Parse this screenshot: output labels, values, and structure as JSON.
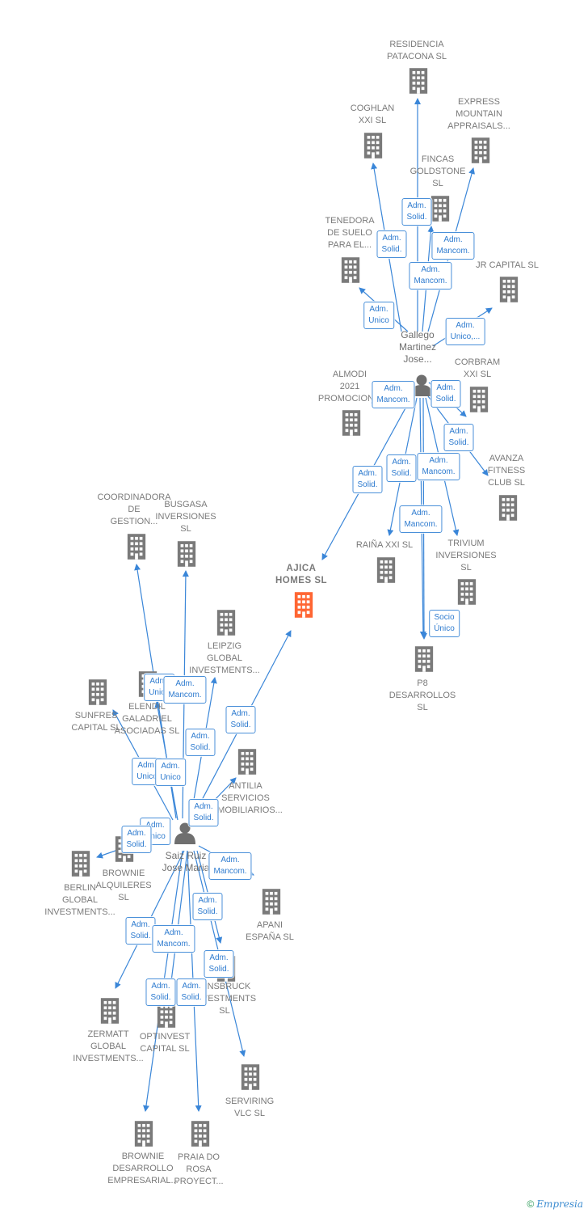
{
  "main": {
    "label": [
      "AJICA",
      "HOMES  SL"
    ],
    "color": "#ff6633"
  },
  "persons": [
    {
      "id": "p1",
      "label": [
        "Gallego",
        "Martinez",
        "Jose..."
      ],
      "x": 0,
      "y": 0
    },
    {
      "id": "p2",
      "label": [
        "Saiz Ruiz",
        "Jose Maria"
      ]
    }
  ],
  "companies": [
    {
      "id": "c01",
      "label": [
        "RESIDENCIA",
        "PATACONA SL"
      ]
    },
    {
      "id": "c02",
      "label": [
        "COGHLAN",
        "XXI SL"
      ]
    },
    {
      "id": "c03",
      "label": [
        "EXPRESS",
        "MOUNTAIN",
        "APPRAISALS..."
      ]
    },
    {
      "id": "c04",
      "label": [
        "FINCAS",
        "GOLDSTONE",
        "SL"
      ]
    },
    {
      "id": "c05",
      "label": [
        "TENEDORA",
        "DE SUELO",
        "PARA EL..."
      ]
    },
    {
      "id": "c06",
      "label": [
        "JR CAPITAL SL"
      ]
    },
    {
      "id": "c07",
      "label": [
        "CORBRAM",
        "XXI SL"
      ]
    },
    {
      "id": "c08",
      "label": [
        "ALMODI",
        "2021",
        "PROMOCION..."
      ]
    },
    {
      "id": "c09",
      "label": [
        "AVANZA",
        "FITNESS",
        "CLUB SL"
      ]
    },
    {
      "id": "c10",
      "label": [
        "RAIÑA XXI SL"
      ]
    },
    {
      "id": "c11",
      "label": [
        "TRIVIUM",
        "INVERSIONES",
        "SL"
      ]
    },
    {
      "id": "c12",
      "label": [
        "P8",
        "DESARROLLOS",
        "SL"
      ]
    },
    {
      "id": "c13",
      "label": [
        "COORDINADORA",
        "DE",
        "GESTION..."
      ]
    },
    {
      "id": "c14",
      "label": [
        "BUSGASA",
        "INVERSIONES",
        "SL"
      ]
    },
    {
      "id": "c15",
      "label": [
        "LEIPZIG",
        "GLOBAL",
        "INVESTMENTS..."
      ]
    },
    {
      "id": "c16",
      "label": [
        "SUNFRES",
        "CAPITAL  SL"
      ]
    },
    {
      "id": "c17",
      "label": [
        "ELENDIL",
        "GALADRIEL",
        "ASOCIADAS SL"
      ]
    },
    {
      "id": "c18",
      "label": [
        "ANTILIA",
        "SERVICIOS",
        "INMOBILIARIOS..."
      ]
    },
    {
      "id": "c19",
      "label": [
        "BROWNIE",
        "ALQUILERES",
        "SL"
      ]
    },
    {
      "id": "c20",
      "label": [
        "BERLIN",
        "GLOBAL",
        "INVESTMENTS..."
      ]
    },
    {
      "id": "c21",
      "label": [
        "APANI",
        "ESPAÑA SL"
      ]
    },
    {
      "id": "c22",
      "label": [
        "INNSBRUCK",
        "INVESTMENTS",
        "SL"
      ]
    },
    {
      "id": "c23",
      "label": [
        "ZERMATT",
        "GLOBAL",
        "INVESTMENTS..."
      ]
    },
    {
      "id": "c24",
      "label": [
        "OPTINVEST",
        "CAPITAL  SL"
      ]
    },
    {
      "id": "c25",
      "label": [
        "SERVIRING",
        "VLC  SL"
      ]
    },
    {
      "id": "c26",
      "label": [
        "BROWNIE",
        "DESARROLLO",
        "EMPRESARIAL..."
      ]
    },
    {
      "id": "c27",
      "label": [
        "PRAIA DO",
        "ROSA",
        "PROYECT..."
      ]
    }
  ],
  "relations": [
    {
      "from": "p1",
      "to": "c01",
      "label": [
        "Adm.",
        "Solid."
      ]
    },
    {
      "from": "p1",
      "to": "c02",
      "label": [
        "Adm.",
        "Solid."
      ]
    },
    {
      "from": "p1",
      "to": "c03",
      "label": [
        "Adm.",
        "Mancom."
      ]
    },
    {
      "from": "p1",
      "to": "c04",
      "label": [
        "Adm.",
        "Mancom."
      ]
    },
    {
      "from": "p1",
      "to": "c05",
      "label": [
        "Adm.",
        "Unico"
      ]
    },
    {
      "from": "p1",
      "to": "c06",
      "label": [
        "Adm.",
        "Unico,..."
      ]
    },
    {
      "from": "p1",
      "to": "c07",
      "label": [
        "Adm.",
        "Solid."
      ]
    },
    {
      "from": "p1",
      "to": "c08",
      "label": [
        "Adm.",
        "Mancom."
      ]
    },
    {
      "from": "p1",
      "to": "c09",
      "label": [
        "Adm.",
        "Solid."
      ]
    },
    {
      "from": "p1",
      "to": "main",
      "label": [
        "Adm.",
        "Solid."
      ]
    },
    {
      "from": "p1",
      "to": "c10",
      "label": [
        "Adm.",
        "Solid."
      ]
    },
    {
      "from": "p1",
      "to": "c11",
      "label": [
        "Adm.",
        "Mancom."
      ]
    },
    {
      "from": "p1",
      "to": "c12",
      "label": [
        "Adm.",
        "Mancom."
      ]
    },
    {
      "from": "p1",
      "to": "c12b",
      "label": [
        "Socio",
        "Único"
      ]
    },
    {
      "from": "p2",
      "to": "c13",
      "label": [
        "Adm.",
        "Unico"
      ]
    },
    {
      "from": "p2",
      "to": "c14",
      "label": [
        "Adm.",
        "Mancom."
      ]
    },
    {
      "from": "p2",
      "to": "c15",
      "label": [
        "Adm.",
        "Solid."
      ]
    },
    {
      "from": "p2",
      "to": "main",
      "label": [
        "Adm.",
        "Solid."
      ]
    },
    {
      "from": "p2",
      "to": "c16",
      "label": [
        "Adm.",
        "Unico"
      ]
    },
    {
      "from": "p2",
      "to": "c17",
      "label": [
        "Adm.",
        "Unico"
      ]
    },
    {
      "from": "p2",
      "to": "c18",
      "label": [
        "Adm.",
        "Solid."
      ]
    },
    {
      "from": "p2",
      "to": "c19",
      "label": [
        "Adm.",
        "Unico"
      ]
    },
    {
      "from": "p2",
      "to": "c20",
      "label": [
        "Adm.",
        "Solid."
      ]
    },
    {
      "from": "p2",
      "to": "c21",
      "label": [
        "Adm.",
        "Mancom."
      ]
    },
    {
      "from": "p2",
      "to": "c22",
      "label": [
        "Adm.",
        "Solid."
      ]
    },
    {
      "from": "p2",
      "to": "c23",
      "label": [
        "Adm.",
        "Solid."
      ]
    },
    {
      "from": "p2",
      "to": "c24",
      "label": [
        "Adm.",
        "Mancom."
      ]
    },
    {
      "from": "p2",
      "to": "c25",
      "label": [
        "Adm.",
        "Solid."
      ]
    },
    {
      "from": "p2",
      "to": "c26",
      "label": [
        "Adm.",
        "Solid."
      ]
    },
    {
      "from": "p2",
      "to": "c27",
      "label": [
        "Adm.",
        "Solid."
      ]
    }
  ],
  "colors": {
    "edge": "#3a86d8",
    "building": "#7a7a7a",
    "badge_border": "#4a90d9",
    "badge_text": "#2e7bcf"
  },
  "footer": {
    "copyright": "©",
    "brand": "Empresia"
  }
}
